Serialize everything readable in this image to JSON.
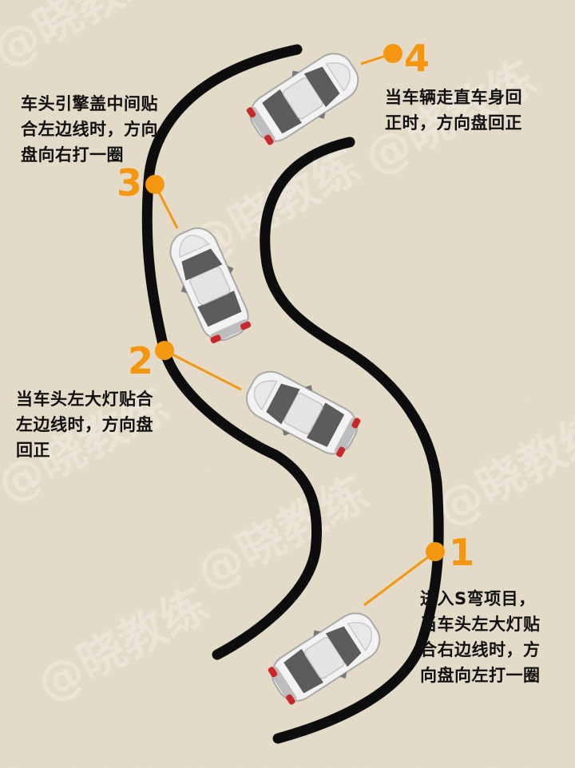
{
  "colors": {
    "background": "#e9e1cf",
    "road": "#0d0d0d",
    "marker": "#f5960f",
    "text": "#111111",
    "car_body": "#f2f2f2",
    "car_glass": "#5c5c5c",
    "tail_light": "#c8282a"
  },
  "watermark": "@晓教练",
  "steps": [
    {
      "number": "1",
      "caption": "进入S弯项目，\n当车头左大灯贴\n合右边线时，方\n向盘向左打一圈"
    },
    {
      "number": "2",
      "caption": "当车头左大灯贴合\n左边线时，方向盘\n回正"
    },
    {
      "number": "3",
      "caption": "车头引擎盖中间贴\n合左边线时，方向\n盘向右打一圈"
    },
    {
      "number": "4",
      "caption": "当车辆走直车身回\n正时，方向盘回正"
    }
  ],
  "icons": [
    "car-icon",
    "step-marker-dot"
  ]
}
